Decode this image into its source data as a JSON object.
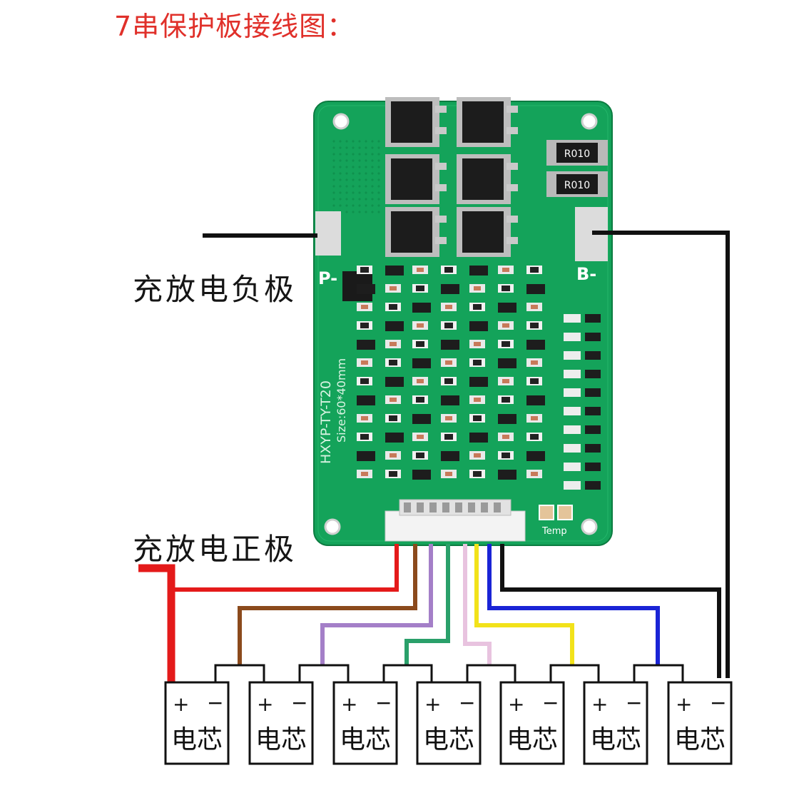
{
  "title": "7串保护板接线图：",
  "labels": {
    "neg": "充放电负极",
    "pos": "充放电正极"
  },
  "board": {
    "pad_p": "P-",
    "pad_b": "B-",
    "resistor1": "R010",
    "resistor2": "R010",
    "model": "HXYP-TY-T20",
    "size": "Size:60*40mm",
    "temp": "Temp"
  },
  "cells": [
    {
      "plus": "+",
      "minus": "−",
      "name": "电芯"
    },
    {
      "plus": "+",
      "minus": "−",
      "name": "电芯"
    },
    {
      "plus": "+",
      "minus": "−",
      "name": "电芯"
    },
    {
      "plus": "+",
      "minus": "−",
      "name": "电芯"
    },
    {
      "plus": "+",
      "minus": "−",
      "name": "电芯"
    },
    {
      "plus": "+",
      "minus": "−",
      "name": "电芯"
    },
    {
      "plus": "+",
      "minus": "−",
      "name": "电芯"
    }
  ],
  "colors": {
    "title": "#e0302a",
    "pcb": "#14a35a",
    "wire_red": "#e41a1a",
    "wire_brown": "#8b4a1c",
    "wire_purple": "#a47fc8",
    "wire_green": "#2aa06a",
    "wire_pink": "#e8c3df",
    "wire_yellow": "#f2e21a",
    "wire_blue": "#1a24d6",
    "wire_black": "#111111"
  }
}
